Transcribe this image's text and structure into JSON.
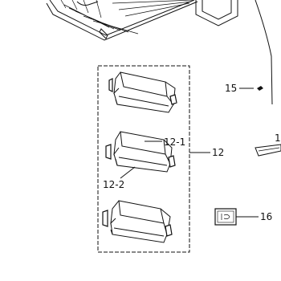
{
  "labels": {
    "part_15": "15",
    "part_12_1": "12-1",
    "part_12": "12",
    "part_12_2": "12-2",
    "part_16": "16",
    "part_1_partial": "1"
  },
  "colors": {
    "line": "#111111",
    "background": "#ffffff"
  }
}
